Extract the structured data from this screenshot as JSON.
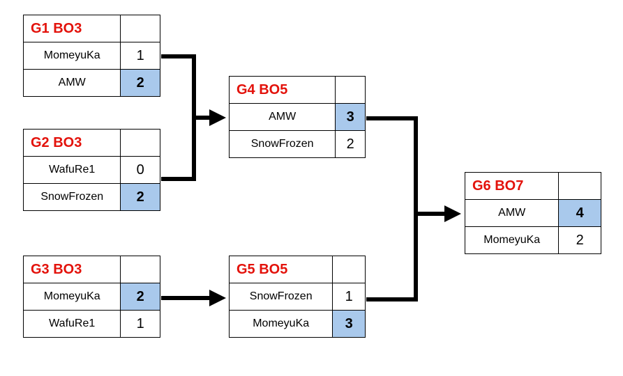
{
  "colors": {
    "title": "#e3120b",
    "winner_fill": "#a9c9ec",
    "line": "#000000"
  },
  "matches": [
    {
      "title": "G1 BO3",
      "rows": [
        {
          "name": "MomeyuKa",
          "score": "1",
          "winner": false
        },
        {
          "name": "AMW",
          "score": "2",
          "winner": true
        }
      ]
    },
    {
      "title": "G2 BO3",
      "rows": [
        {
          "name": "WafuRe1",
          "score": "0",
          "winner": false
        },
        {
          "name": "SnowFrozen",
          "score": "2",
          "winner": true
        }
      ]
    },
    {
      "title": "G3 BO3",
      "rows": [
        {
          "name": "MomeyuKa",
          "score": "2",
          "winner": true
        },
        {
          "name": "WafuRe1",
          "score": "1",
          "winner": false
        }
      ]
    },
    {
      "title": "G4 BO5",
      "rows": [
        {
          "name": "AMW",
          "score": "3",
          "winner": true
        },
        {
          "name": "SnowFrozen",
          "score": "2",
          "winner": false
        }
      ]
    },
    {
      "title": "G5 BO5",
      "rows": [
        {
          "name": "SnowFrozen",
          "score": "1",
          "winner": false
        },
        {
          "name": "MomeyuKa",
          "score": "3",
          "winner": true
        }
      ]
    },
    {
      "title": "G6 BO7",
      "rows": [
        {
          "name": "AMW",
          "score": "4",
          "winner": true
        },
        {
          "name": "MomeyuKa",
          "score": "2",
          "winner": false
        }
      ]
    }
  ]
}
